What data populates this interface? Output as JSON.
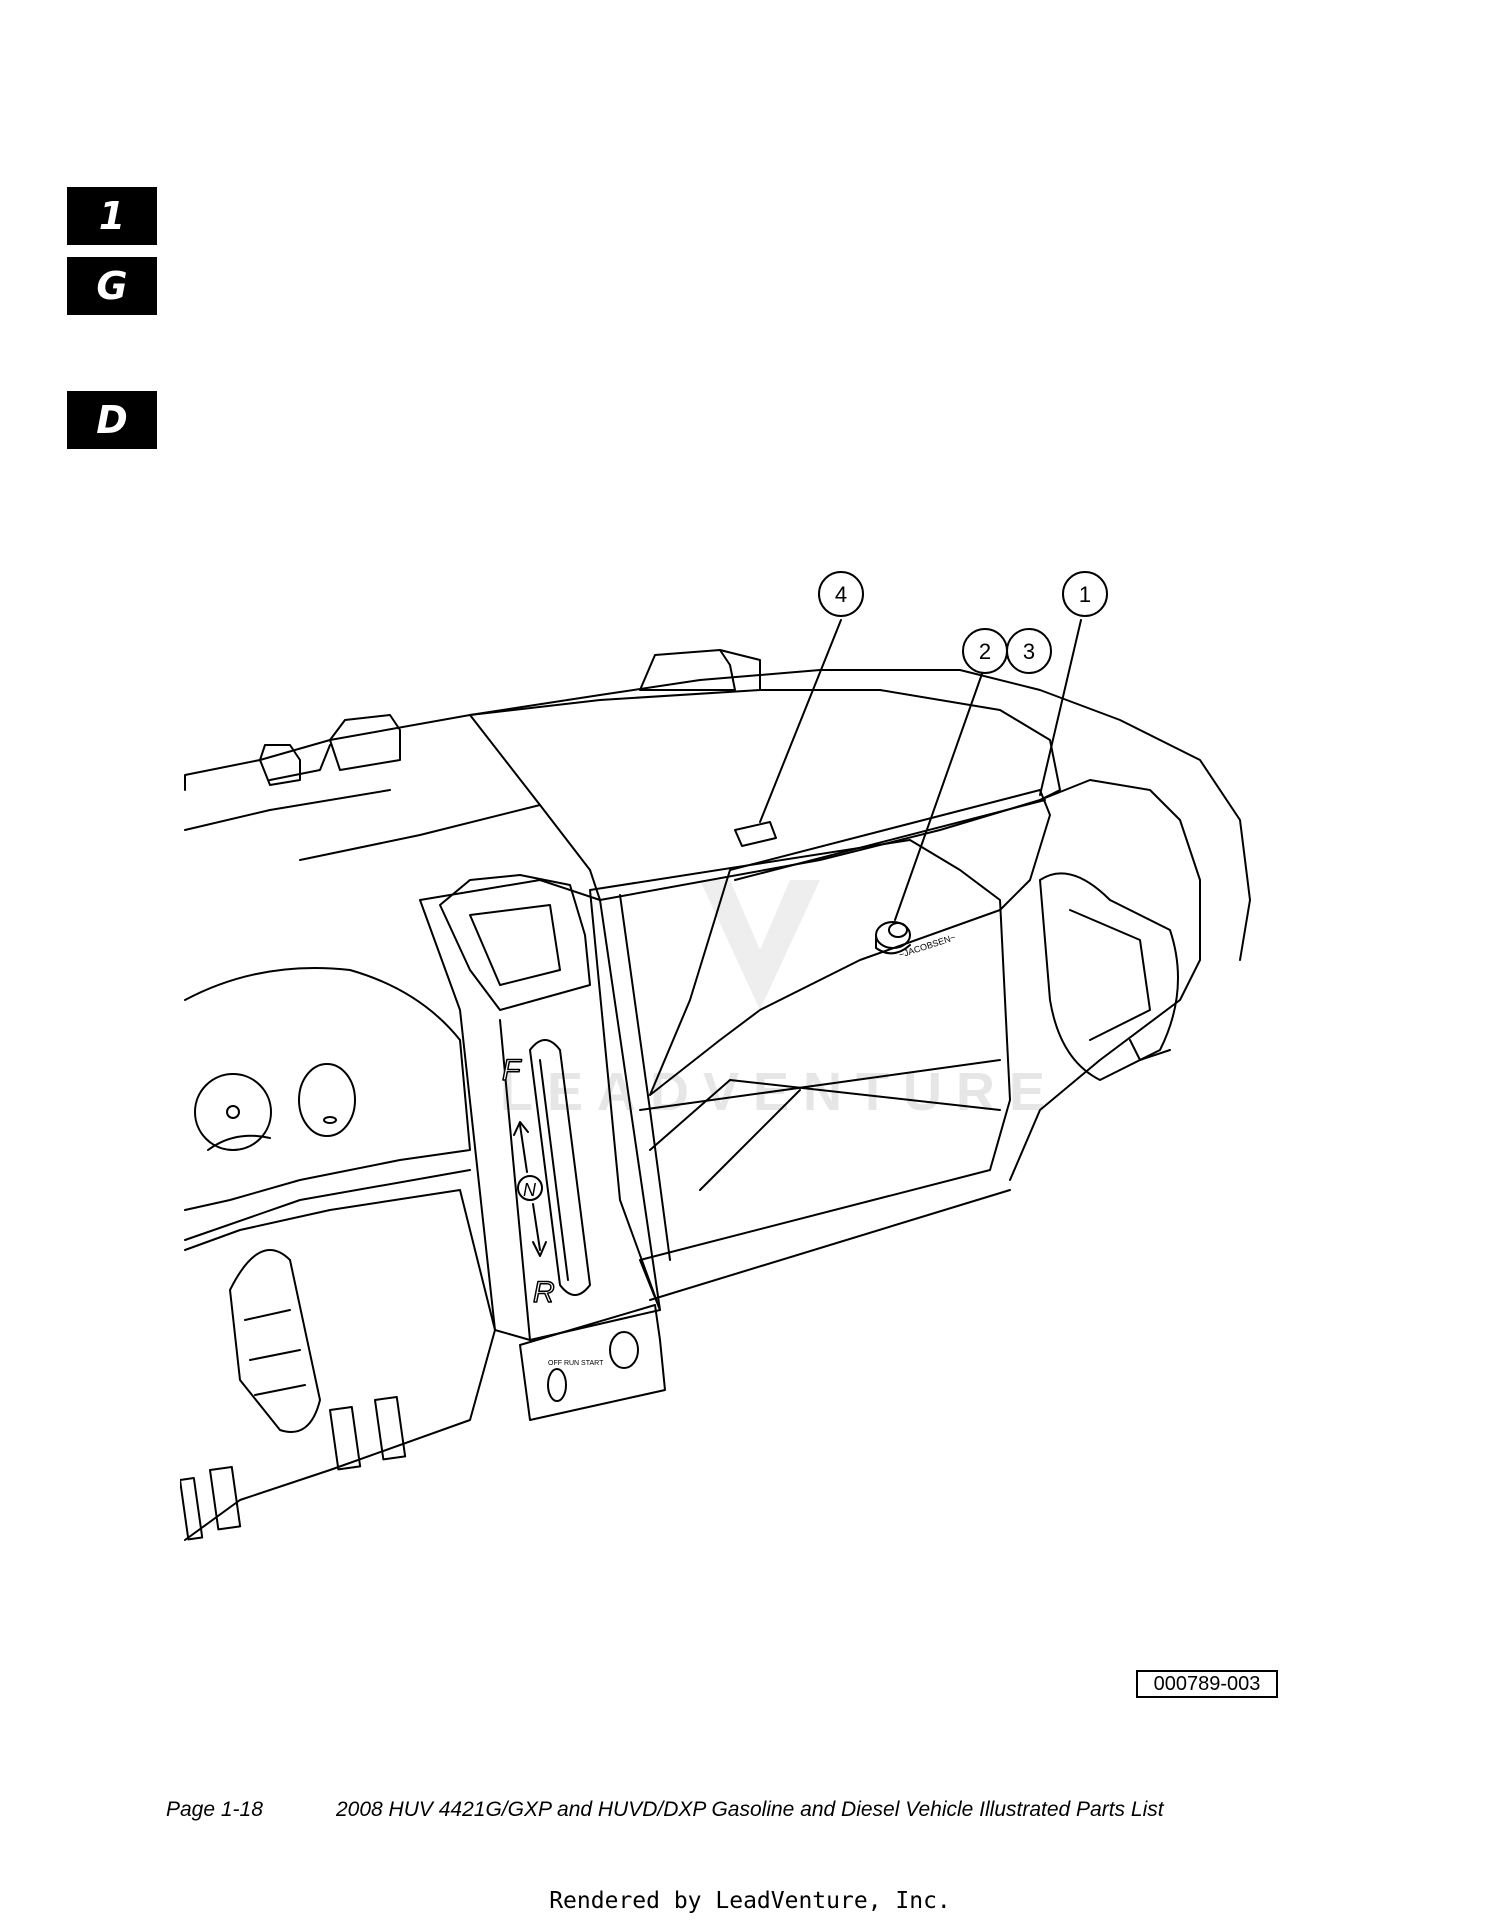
{
  "section_tabs": {
    "tab_1": "1",
    "tab_g": "G",
    "tab_d": "D"
  },
  "diagram": {
    "callouts": {
      "c1": "1",
      "c2": "2",
      "c3": "3",
      "c4": "4"
    },
    "shifter_labels": {
      "forward": "F",
      "neutral": "N",
      "reverse": "R"
    },
    "watermark": "LEADVENTURE"
  },
  "figure_id": "000789-003",
  "footer": {
    "page": "Page 1-18",
    "title": "2008 HUV 4421G/GXP and HUVD/DXP Gasoline and Diesel Vehicle Illustrated Parts List"
  },
  "rendered_by": "Rendered by LeadVenture, Inc."
}
